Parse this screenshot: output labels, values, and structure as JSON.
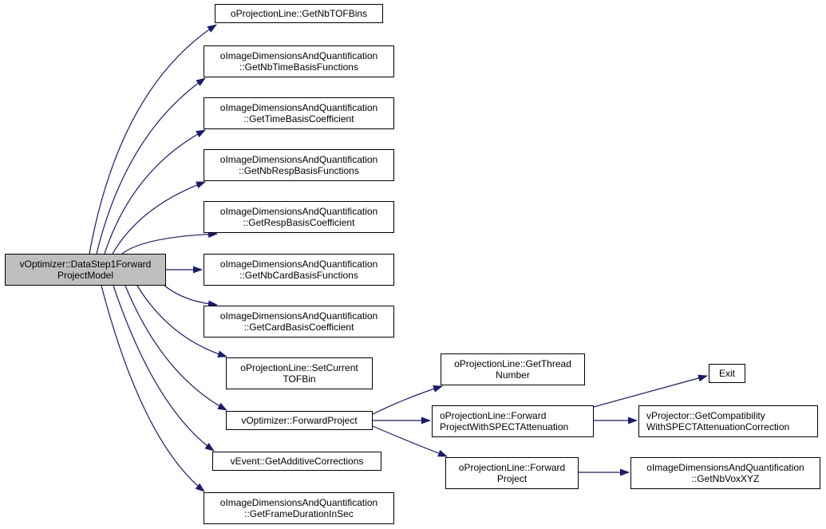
{
  "diagram": {
    "kind": "call-graph",
    "edge_color": "#191970",
    "node_border_color": "#000000",
    "node_fill": "#ffffff",
    "highlight_fill": "#bfbfbf",
    "nodes": [
      {
        "id": "main",
        "lines": [
          "vOptimizer::DataStep1Forward",
          "ProjectModel"
        ],
        "highlight": true
      },
      {
        "id": "get-nb-tof-bins",
        "lines": [
          "oProjectionLine::GetNbTOFBins"
        ]
      },
      {
        "id": "get-nb-time-basis-functions",
        "lines": [
          "oImageDimensionsAndQuantification",
          "::GetNbTimeBasisFunctions"
        ]
      },
      {
        "id": "get-time-basis-coefficient",
        "lines": [
          "oImageDimensionsAndQuantification",
          "::GetTimeBasisCoefficient"
        ]
      },
      {
        "id": "get-nb-resp-basis-functions",
        "lines": [
          "oImageDimensionsAndQuantification",
          "::GetNbRespBasisFunctions"
        ]
      },
      {
        "id": "get-resp-basis-coefficient",
        "lines": [
          "oImageDimensionsAndQuantification",
          "::GetRespBasisCoefficient"
        ]
      },
      {
        "id": "get-nb-card-basis-functions",
        "lines": [
          "oImageDimensionsAndQuantification",
          "::GetNbCardBasisFunctions"
        ]
      },
      {
        "id": "get-card-basis-coefficient",
        "lines": [
          "oImageDimensionsAndQuantification",
          "::GetCardBasisCoefficient"
        ]
      },
      {
        "id": "set-current-tof-bin",
        "lines": [
          "oProjectionLine::SetCurrent",
          "TOFBin"
        ]
      },
      {
        "id": "v-forward-project",
        "lines": [
          "vOptimizer::ForwardProject"
        ]
      },
      {
        "id": "get-additive-corrections",
        "lines": [
          "vEvent::GetAdditiveCorrections"
        ]
      },
      {
        "id": "get-frame-duration-in-sec",
        "lines": [
          "oImageDimensionsAndQuantification",
          "::GetFrameDurationInSec"
        ]
      },
      {
        "id": "get-thread-number",
        "lines": [
          "oProjectionLine::GetThread",
          "Number"
        ]
      },
      {
        "id": "forward-project-with-spect-attenuation",
        "lines": [
          "oProjectionLine::Forward",
          "ProjectWithSPECTAttenuation"
        ]
      },
      {
        "id": "o-forward-project",
        "lines": [
          "oProjectionLine::Forward",
          "Project"
        ]
      },
      {
        "id": "exit",
        "lines": [
          "Exit"
        ]
      },
      {
        "id": "get-compatibility-with-spect-attenuation-correction",
        "lines": [
          "vProjector::GetCompatibility",
          "WithSPECTAttenuationCorrection"
        ]
      },
      {
        "id": "get-nb-vox-xyz",
        "lines": [
          "oImageDimensionsAndQuantification",
          "::GetNbVoxXYZ"
        ]
      }
    ],
    "edges": [
      {
        "from": "main",
        "to": "get-nb-tof-bins"
      },
      {
        "from": "main",
        "to": "get-nb-time-basis-functions"
      },
      {
        "from": "main",
        "to": "get-time-basis-coefficient"
      },
      {
        "from": "main",
        "to": "get-nb-resp-basis-functions"
      },
      {
        "from": "main",
        "to": "get-resp-basis-coefficient"
      },
      {
        "from": "main",
        "to": "get-nb-card-basis-functions"
      },
      {
        "from": "main",
        "to": "get-card-basis-coefficient"
      },
      {
        "from": "main",
        "to": "set-current-tof-bin"
      },
      {
        "from": "main",
        "to": "v-forward-project"
      },
      {
        "from": "main",
        "to": "get-additive-corrections"
      },
      {
        "from": "main",
        "to": "get-frame-duration-in-sec"
      },
      {
        "from": "v-forward-project",
        "to": "get-thread-number"
      },
      {
        "from": "v-forward-project",
        "to": "forward-project-with-spect-attenuation"
      },
      {
        "from": "v-forward-project",
        "to": "o-forward-project"
      },
      {
        "from": "forward-project-with-spect-attenuation",
        "to": "exit"
      },
      {
        "from": "forward-project-with-spect-attenuation",
        "to": "get-compatibility-with-spect-attenuation-correction"
      },
      {
        "from": "o-forward-project",
        "to": "get-nb-vox-xyz"
      }
    ]
  }
}
